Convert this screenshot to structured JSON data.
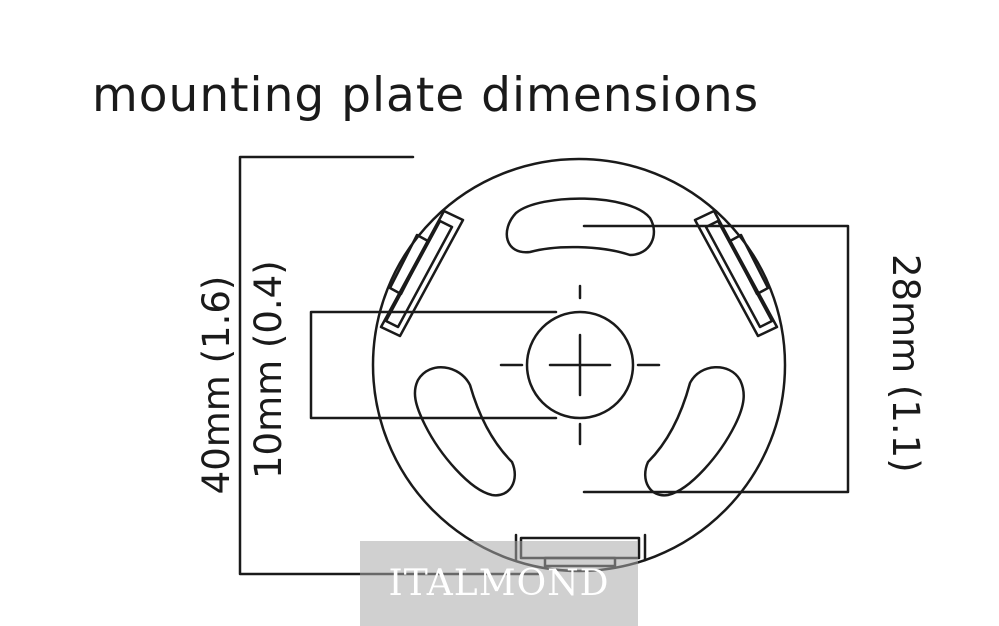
{
  "title": "mounting plate dimensions",
  "dimensions": {
    "overall_height": "40mm (1.6)",
    "center_hole": "10mm (0.4)",
    "slot_spacing": "28mm (1.1)"
  },
  "watermark": "ITALMOND",
  "colors": {
    "line": "#1a1a1a",
    "watermark_bg": "#aaaaaa"
  }
}
